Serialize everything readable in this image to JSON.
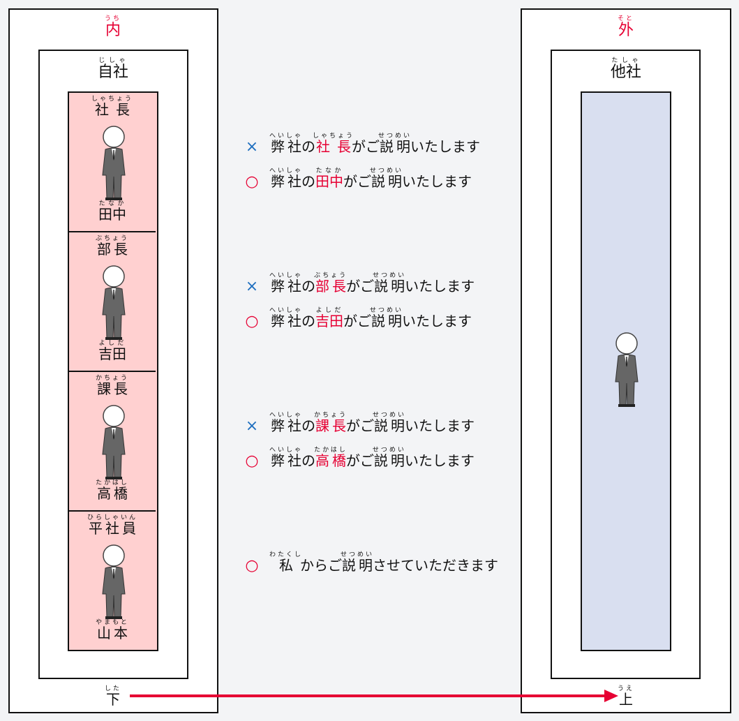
{
  "left": {
    "title": "内",
    "title_ruby": "うち",
    "company": "自社",
    "company_ruby": "じしゃ",
    "bottom": "下",
    "bottom_ruby": "した",
    "people": [
      {
        "role": "社長",
        "role_ruby": "しゃちょう",
        "name": "田中",
        "name_ruby": "たなか"
      },
      {
        "role": "部長",
        "role_ruby": "ぶちょう",
        "name": "吉田",
        "name_ruby": "よしだ"
      },
      {
        "role": "課長",
        "role_ruby": "かちょう",
        "name": "高橋",
        "name_ruby": "たかはし"
      },
      {
        "role": "平社員",
        "role_ruby": "ひらしゃいん",
        "name": "山本",
        "name_ruby": "やまもと"
      }
    ]
  },
  "right": {
    "title": "外",
    "title_ruby": "そと",
    "company": "他社",
    "company_ruby": "たしゃ",
    "top": "上",
    "top_ruby": "うえ"
  },
  "colors": {
    "accent_red": "#e60033",
    "pink": "#ffd0d0",
    "blue": "#d9dff0",
    "cross_blue": "#1f6fbf"
  },
  "sentences": [
    {
      "mark": "×",
      "segments": [
        {
          "t": "弊社",
          "r": "へいしゃ"
        },
        {
          "t": "の"
        },
        {
          "t": "社長",
          "r": "しゃちょう",
          "red": true
        },
        {
          "t": "がご"
        },
        {
          "t": "説明",
          "r": "せつめい"
        },
        {
          "t": "いたします"
        }
      ]
    },
    {
      "mark": "○",
      "segments": [
        {
          "t": "弊社",
          "r": "へいしゃ"
        },
        {
          "t": "の"
        },
        {
          "t": "田中",
          "r": "たなか",
          "red": true
        },
        {
          "t": "がご"
        },
        {
          "t": "説明",
          "r": "せつめい"
        },
        {
          "t": "いたします"
        }
      ]
    },
    {
      "mark": "×",
      "segments": [
        {
          "t": "弊社",
          "r": "へいしゃ"
        },
        {
          "t": "の"
        },
        {
          "t": "部長",
          "r": "ぶちょう",
          "red": true
        },
        {
          "t": "がご"
        },
        {
          "t": "説明",
          "r": "せつめい"
        },
        {
          "t": "いたします"
        }
      ]
    },
    {
      "mark": "○",
      "segments": [
        {
          "t": "弊社",
          "r": "へいしゃ"
        },
        {
          "t": "の"
        },
        {
          "t": "吉田",
          "r": "よしだ",
          "red": true
        },
        {
          "t": "がご"
        },
        {
          "t": "説明",
          "r": "せつめい"
        },
        {
          "t": "いたします"
        }
      ]
    },
    {
      "mark": "×",
      "segments": [
        {
          "t": "弊社",
          "r": "へいしゃ"
        },
        {
          "t": "の"
        },
        {
          "t": "課長",
          "r": "かちょう",
          "red": true
        },
        {
          "t": "がご"
        },
        {
          "t": "説明",
          "r": "せつめい"
        },
        {
          "t": "いたします"
        }
      ]
    },
    {
      "mark": "○",
      "segments": [
        {
          "t": "弊社",
          "r": "へいしゃ"
        },
        {
          "t": "の"
        },
        {
          "t": "高橋",
          "r": "たかはし",
          "red": true
        },
        {
          "t": "がご"
        },
        {
          "t": "説明",
          "r": "せつめい"
        },
        {
          "t": "いたします"
        }
      ]
    },
    {
      "mark": "○",
      "segments": [
        {
          "t": "私",
          "r": "わたくし"
        },
        {
          "t": "からご"
        },
        {
          "t": "説明",
          "r": "せつめい"
        },
        {
          "t": "させていただきます"
        }
      ]
    }
  ]
}
